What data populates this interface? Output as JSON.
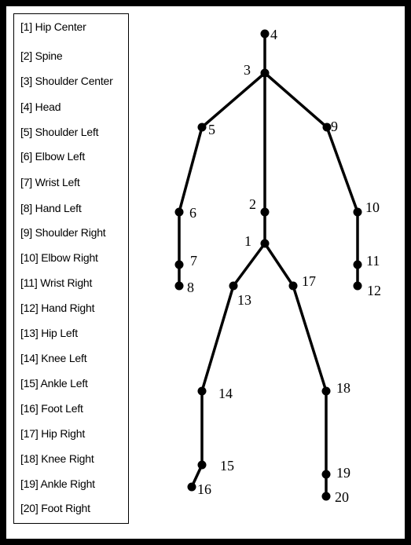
{
  "legend": {
    "items": [
      {
        "label": "[1] Hip Center"
      },
      {
        "label": "[2] Spine"
      },
      {
        "label": "[3] Shoulder Center"
      },
      {
        "label": "[4] Head"
      },
      {
        "label": "[5] Shoulder Left"
      },
      {
        "label": "[6] Elbow Left"
      },
      {
        "label": "[7] Wrist Left"
      },
      {
        "label": "[8] Hand Left"
      },
      {
        "label": "[9] Shoulder Right"
      },
      {
        "label": "[10] Elbow Right"
      },
      {
        "label": "[11] Wrist Right"
      },
      {
        "label": "[12] Hand Right"
      },
      {
        "label": "[13] Hip Left"
      },
      {
        "label": "[14] Knee Left"
      },
      {
        "label": "[15] Ankle Left"
      },
      {
        "label": "[16] Foot Left"
      },
      {
        "label": "[17] Hip Right"
      },
      {
        "label": "[18] Knee Right"
      },
      {
        "label": "[19] Ankle Right"
      },
      {
        "label": "[20] Foot Right"
      }
    ]
  },
  "skeleton": {
    "joints": [
      {
        "id": "1"
      },
      {
        "id": "2"
      },
      {
        "id": "3"
      },
      {
        "id": "4"
      },
      {
        "id": "5"
      },
      {
        "id": "6"
      },
      {
        "id": "7"
      },
      {
        "id": "8"
      },
      {
        "id": "9"
      },
      {
        "id": "10"
      },
      {
        "id": "11"
      },
      {
        "id": "12"
      },
      {
        "id": "13"
      },
      {
        "id": "14"
      },
      {
        "id": "15"
      },
      {
        "id": "16"
      },
      {
        "id": "17"
      },
      {
        "id": "18"
      },
      {
        "id": "19"
      },
      {
        "id": "20"
      }
    ],
    "bones": [
      [
        "4",
        "3"
      ],
      [
        "3",
        "2"
      ],
      [
        "2",
        "1"
      ],
      [
        "3",
        "5"
      ],
      [
        "5",
        "6"
      ],
      [
        "6",
        "7"
      ],
      [
        "7",
        "8"
      ],
      [
        "3",
        "9"
      ],
      [
        "9",
        "10"
      ],
      [
        "10",
        "11"
      ],
      [
        "11",
        "12"
      ],
      [
        "1",
        "13"
      ],
      [
        "13",
        "14"
      ],
      [
        "14",
        "15"
      ],
      [
        "15",
        "16"
      ],
      [
        "1",
        "17"
      ],
      [
        "17",
        "18"
      ],
      [
        "18",
        "19"
      ],
      [
        "19",
        "20"
      ]
    ]
  }
}
